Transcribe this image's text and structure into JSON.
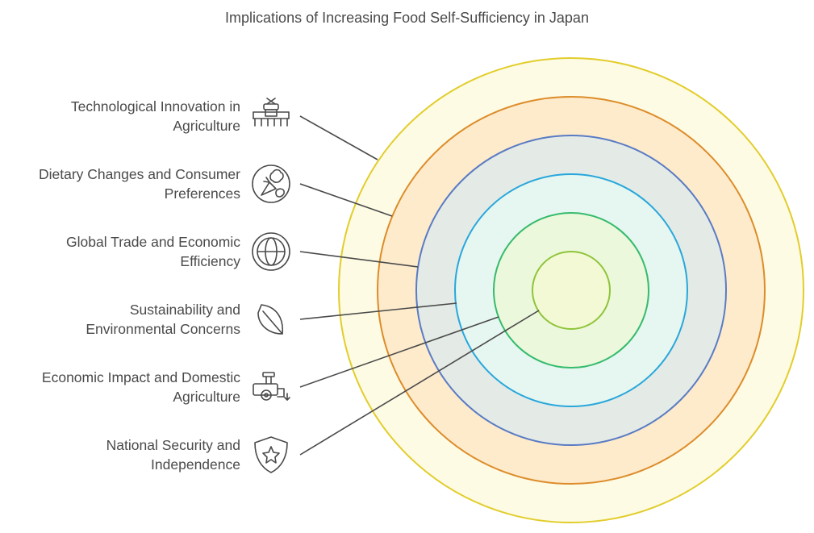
{
  "title": "Implications of Increasing Food Self-Sufficiency in Japan",
  "items": [
    {
      "line1": "Technological Innovation in",
      "line2": "Agriculture",
      "icon": "agricultural-drone-icon"
    },
    {
      "line1": "Dietary Changes and Consumer",
      "line2": "Preferences",
      "icon": "vegetables-icon"
    },
    {
      "line1": "Global Trade and Economic",
      "line2": "Efficiency",
      "icon": "globe-icon"
    },
    {
      "line1": "Sustainability and",
      "line2": "Environmental Concerns",
      "icon": "leaf-icon"
    },
    {
      "line1": "Economic Impact and Domestic",
      "line2": "Agriculture",
      "icon": "tractor-icon"
    },
    {
      "line1": "National Security and",
      "line2": "Independence",
      "icon": "shield-star-icon"
    }
  ],
  "rings": [
    {
      "fill": "#fdfbe3",
      "stroke": "#e2cd2c"
    },
    {
      "fill": "#fdebcc",
      "stroke": "#dd8c2a"
    },
    {
      "fill": "#e4ebe6",
      "stroke": "#5a7bc4"
    },
    {
      "fill": "#e6f6f0",
      "stroke": "#28a7dc"
    },
    {
      "fill": "#ecf8dc",
      "stroke": "#35bb6c"
    },
    {
      "fill": "#f3f9d4",
      "stroke": "#8fc43a"
    }
  ]
}
